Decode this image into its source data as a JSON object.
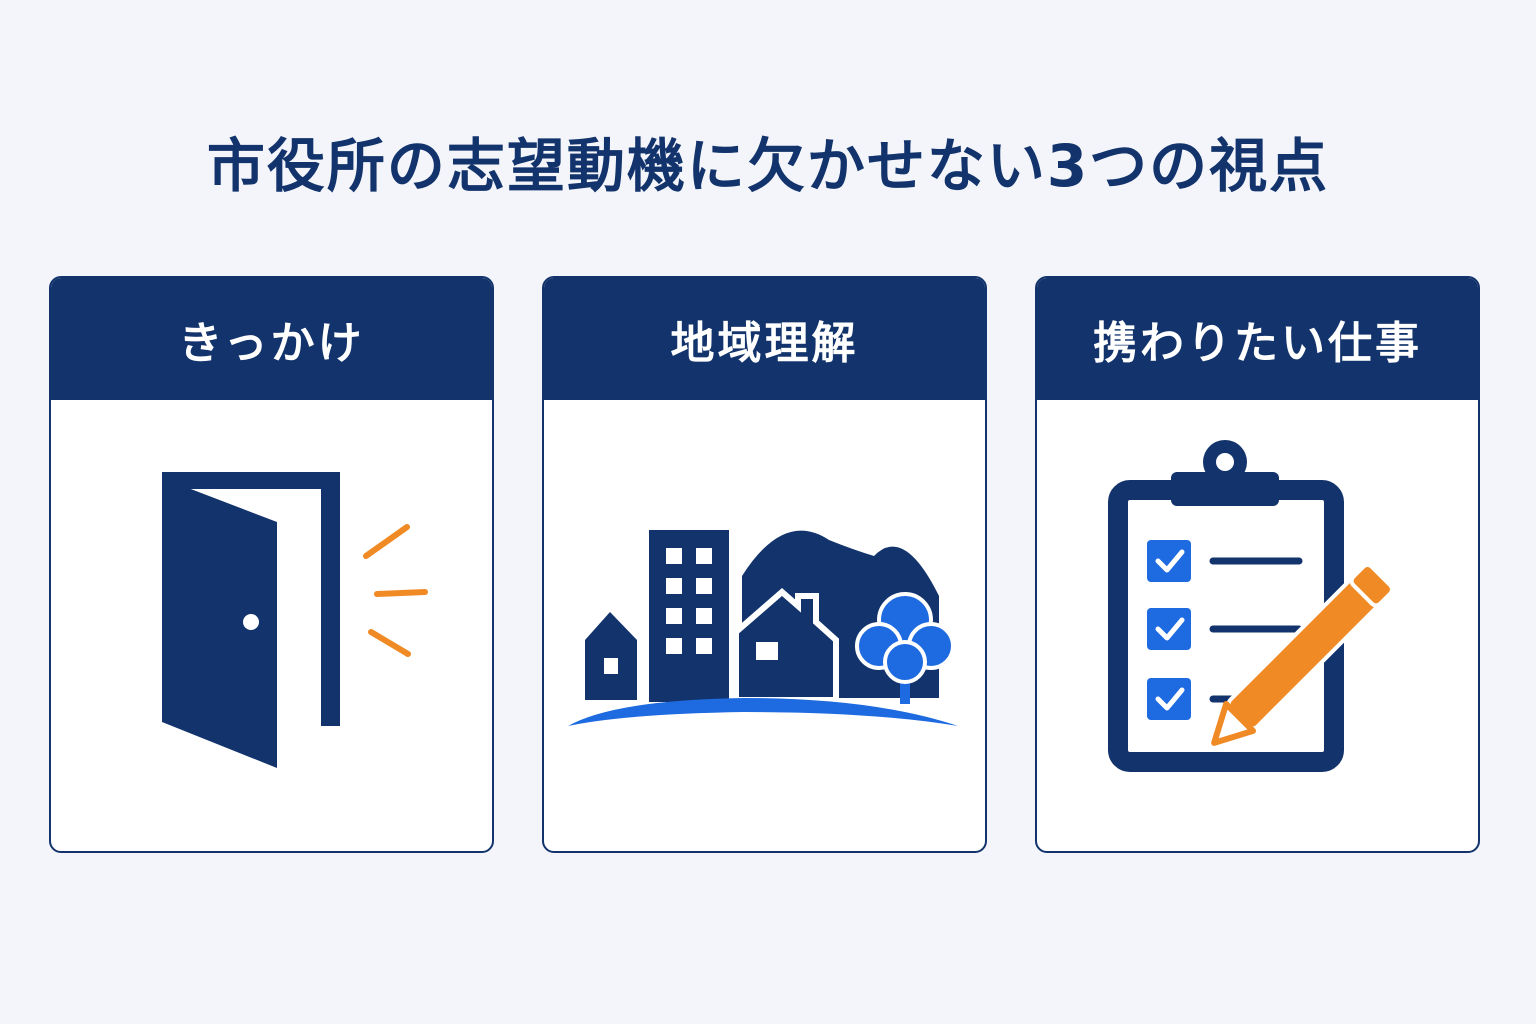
{
  "title": "市役所の志望動機に欠かせない3つの視点",
  "cards": [
    {
      "label": "きっかけ",
      "icon": "open-door-icon"
    },
    {
      "label": "地域理解",
      "icon": "townscape-icon"
    },
    {
      "label": "携わりたい仕事",
      "icon": "clipboard-checklist-icon"
    }
  ],
  "colors": {
    "navy": "#12336b",
    "blue": "#1e6ae0",
    "orange": "#f08a24",
    "background": "#f3f5fa"
  }
}
